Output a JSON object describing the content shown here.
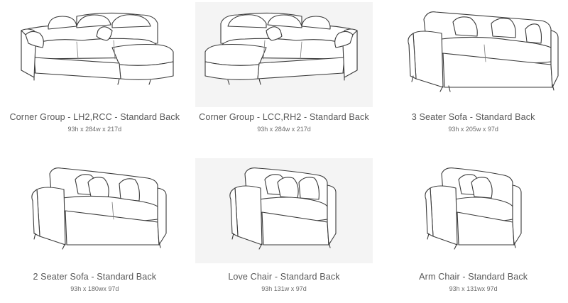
{
  "products": [
    {
      "title": "Corner Group - LH2,RCC - Standard Back",
      "dims": "93h x 284w x 217d",
      "icon": "corner-sofa-lh2-rcc"
    },
    {
      "title": "Corner Group - LCC,RH2 - Standard Back",
      "dims": "93h x 284w x 217d",
      "icon": "corner-sofa-lcc-rh2"
    },
    {
      "title": "3 Seater Sofa - Standard Back",
      "dims": "93h x 205w x 97d",
      "icon": "three-seater-sofa"
    },
    {
      "title": "2 Seater Sofa - Standard Back",
      "dims": "93h x 180wx 97d",
      "icon": "two-seater-sofa"
    },
    {
      "title": "Love Chair - Standard Back",
      "dims": "93h 131w x 97d",
      "icon": "love-chair"
    },
    {
      "title": "Arm Chair - Standard Back",
      "dims": "93h x 131wx 97d",
      "icon": "arm-chair"
    }
  ]
}
